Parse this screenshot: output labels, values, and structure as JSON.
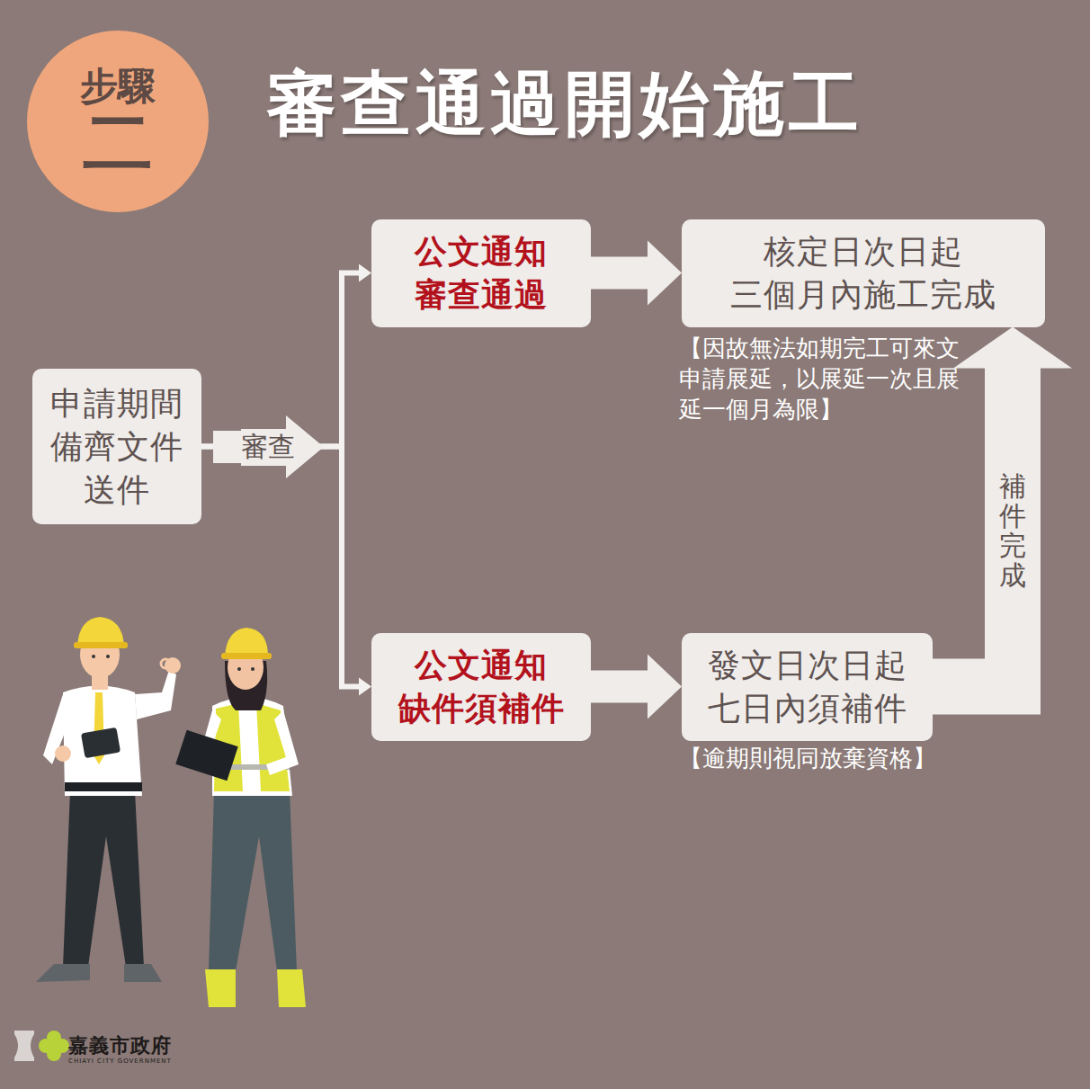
{
  "diagram": {
    "title": "審查通過開始施工",
    "nodes": [
      {
        "text": [
          "步驟",
          "二"
        ]
      },
      {
        "text": [
          "申請期間 備齊文件 送件"
        ]
      },
      {
        "text": [
          "公文通知 審查通過"
        ]
      },
      {
        "text": [
          "核定日次日起 三個月內施工完成"
        ]
      },
      {
        "text": [
          "公文通知 缺件須補件"
        ]
      },
      {
        "text": [
          "發文日次日起 七日內須補件"
        ]
      }
    ],
    "edges": [
      {
        "from": 1,
        "to": 2,
        "arrow": "to",
        "label": "審查"
      },
      {
        "from": 1,
        "to": 4,
        "arrow": "to"
      },
      {
        "from": 2,
        "to": 3,
        "arrow": "to"
      },
      {
        "from": 4,
        "to": 5,
        "arrow": "to"
      },
      {
        "from": 5,
        "to": 3,
        "arrow": "to",
        "label": "補件完成"
      }
    ],
    "labels": [
      "【因故無法如期完工可來文申請展延，以展延一次且展延一個月為限】",
      "【逾期則視同放棄資格】",
      "嘉義市政府",
      "CHIAYI CITY GOVERNMENT"
    ]
  }
}
